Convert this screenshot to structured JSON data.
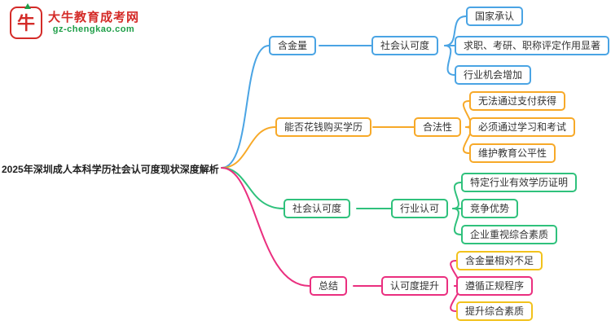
{
  "logo": {
    "icon": "bull-icon",
    "icon_glyph": "牛",
    "title": "大牛教育成考网",
    "subtitle": "gz-chengkao.com",
    "brand_red": "#d42b28",
    "brand_green": "#1e9e48"
  },
  "central": {
    "label": "2025年深圳成人本科学历社会认可度现状深度解析"
  },
  "branches": [
    {
      "color": "#4aa4e4",
      "node": "含金量",
      "sub": "社会认可度",
      "leaves": [
        "国家承认",
        "求职、考研、职称评定作用显著",
        "行业机会增加"
      ]
    },
    {
      "color": "#f7a928",
      "node": "能否花钱购买学历",
      "sub": "合法性",
      "leaves": [
        "无法通过支付获得",
        "必须通过学习和考试",
        "维护教育公平性"
      ]
    },
    {
      "color": "#2fc17c",
      "node": "社会认可度",
      "sub": "行业认可",
      "leaves": [
        "特定行业有效学历证明",
        "竞争优势",
        "企业重视综合素质"
      ]
    },
    {
      "color": "#ea2f7f",
      "node": "总结",
      "sub": "认可度提升",
      "leaves": [
        "含金量相对不足",
        "遵循正规程序",
        "提升综合素质"
      ]
    }
  ]
}
